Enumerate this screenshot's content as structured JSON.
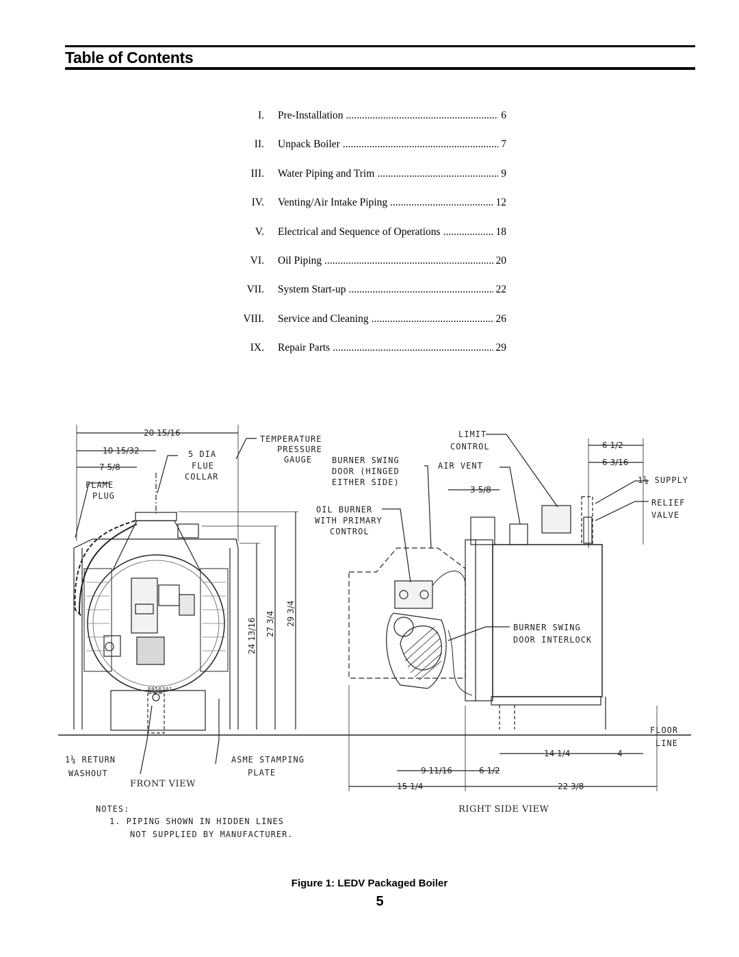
{
  "header": {
    "title": "Table of Contents"
  },
  "toc": {
    "entries": [
      {
        "num": "I.",
        "title": "Pre-Installation",
        "page": "6"
      },
      {
        "num": "II.",
        "title": "Unpack Boiler",
        "page": "7"
      },
      {
        "num": "III.",
        "title": "Water Piping and Trim",
        "page": "9"
      },
      {
        "num": "IV.",
        "title": "Venting/Air Intake Piping",
        "page": "12"
      },
      {
        "num": "V.",
        "title": "Electrical and Sequence of Operations",
        "page": "18"
      },
      {
        "num": "VI.",
        "title": "Oil Piping",
        "page": "20"
      },
      {
        "num": "VII.",
        "title": "System Start-up",
        "page": "22"
      },
      {
        "num": "VIII.",
        "title": "Service and Cleaning",
        "page": "26"
      },
      {
        "num": "IX.",
        "title": "Repair Parts",
        "page": "29"
      }
    ]
  },
  "figure": {
    "caption": "Figure 1: LEDV Packaged Boiler",
    "labels": {
      "temperature": "TEMPERATURE",
      "pressure": "PRESSURE",
      "gauge": "GAUGE",
      "limit": "LIMIT",
      "control": "CONTROL",
      "dia": "5 DIA",
      "flue": "FLUE",
      "collar": "COLLAR",
      "burner_swing": "BURNER SWING",
      "door_hinged": "DOOR (HINGED",
      "either_side": "EITHER SIDE)",
      "air_vent": "AIR VENT",
      "supply": "1¼ SUPPLY",
      "relief": "RELIEF",
      "valve": "VALVE",
      "flame": "FLAME",
      "plug": "PLUG",
      "oil_burner": "OIL BURNER",
      "with_primary": "WITH PRIMARY",
      "control2": "CONTROL",
      "interlock_a": "BURNER SWING",
      "interlock_b": "DOOR INTERLOCK",
      "floor": "FLOOR",
      "line": "LINE",
      "return": "1¼ RETURN",
      "washout": "WASHOUT",
      "asme": "ASME STAMPING",
      "plate": "PLATE",
      "front_view": "FRONT VIEW",
      "right_side_view": "RIGHT SIDE VIEW",
      "notes": "NOTES:",
      "note1": "1. PIPING SHOWN IN HIDDEN LINES",
      "note1b": "NOT SUPPLIED BY MANUFACTURER.",
      "tag": "8050301"
    },
    "dimensions": {
      "d1": "20 15/16",
      "d2": "10 15/32",
      "d3": "7 5/8",
      "d4": "24 13/16",
      "d5": "27 3/4",
      "d6": "29 3/4",
      "d7": "6 1/2",
      "d8": "6 3/16",
      "d9": "3 5/8",
      "d10": "14 1/4",
      "d11": "4",
      "d12": "9 11/16",
      "d13": "6 1/2",
      "d14": "15 1/4",
      "d15": "22 3/8"
    }
  },
  "footer": {
    "page_number": "5"
  }
}
